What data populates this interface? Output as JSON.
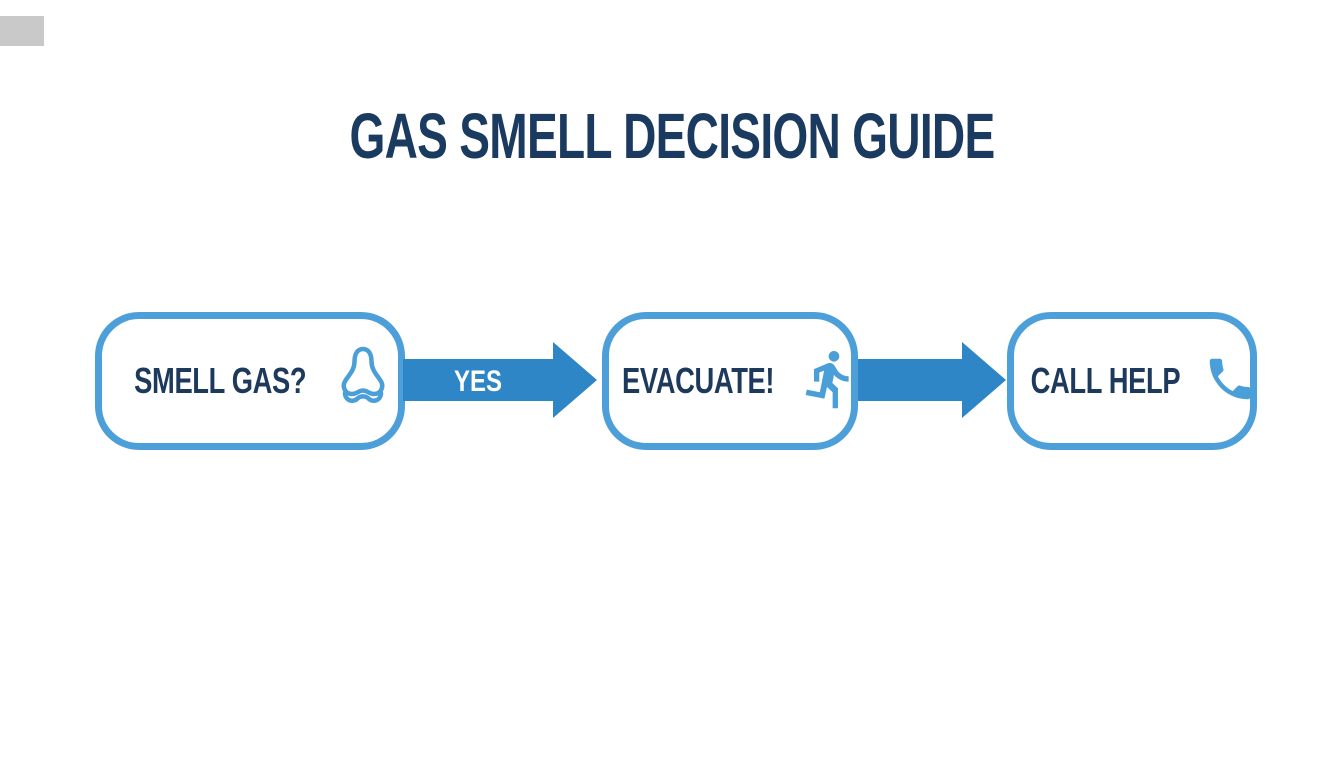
{
  "title": {
    "text": "GAS SMELL DECISION GUIDE"
  },
  "flow": {
    "nodes": [
      {
        "id": "smell-gas",
        "label": "SMELL GAS?",
        "icon": "nose-icon"
      },
      {
        "id": "evacuate",
        "label": "EVACUATE!",
        "icon": "running-person-icon"
      },
      {
        "id": "call-help",
        "label": "CALL HELP",
        "icon": "phone-icon"
      }
    ],
    "connectors": [
      {
        "from": "smell-gas",
        "to": "evacuate",
        "label": "YES"
      },
      {
        "from": "evacuate",
        "to": "call-help",
        "label": ""
      }
    ]
  },
  "colors": {
    "title_navy": "#1b3a5f",
    "label_navy": "#1d3a5c",
    "box_border_blue": "#4d9fd9",
    "icon_blue": "#4a9fd8",
    "arrow_blue": "#2e86c6",
    "background": "#ffffff",
    "artifact_grey": "#c9c9c9"
  }
}
